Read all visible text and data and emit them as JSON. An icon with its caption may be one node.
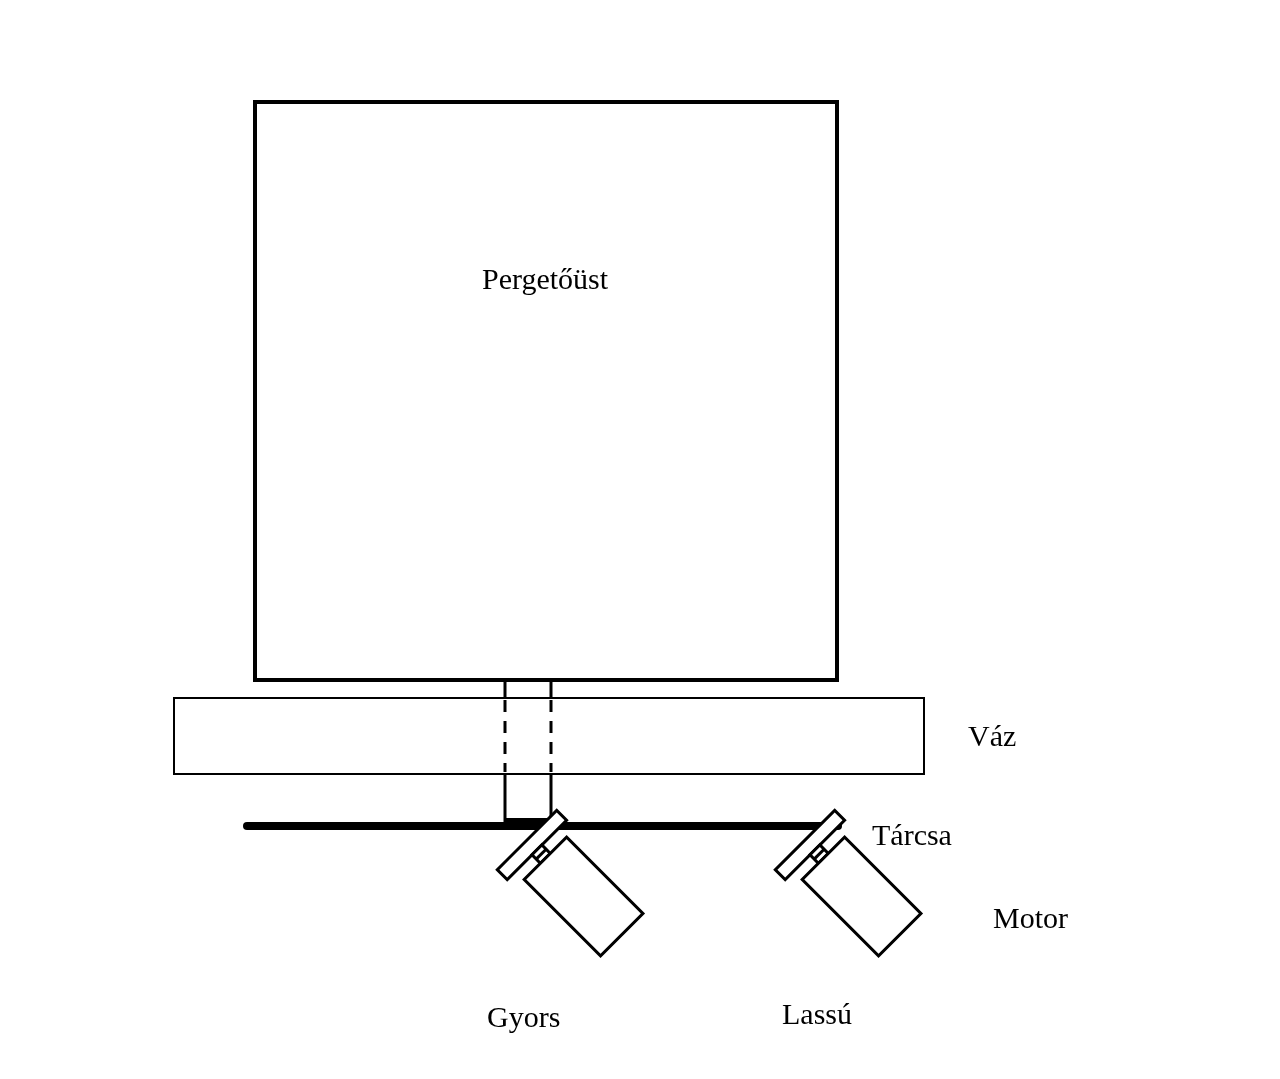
{
  "diagram": {
    "nodes": [
      {
        "text": [
          "Pergetőüst"
        ]
      },
      {
        "text": [
          "Váz"
        ]
      },
      {
        "text": [
          "Tárcsa"
        ]
      },
      {
        "text": [
          "Gyors"
        ]
      },
      {
        "text": [
          "Lassú"
        ]
      }
    ],
    "labels": [
      "Motor"
    ]
  }
}
